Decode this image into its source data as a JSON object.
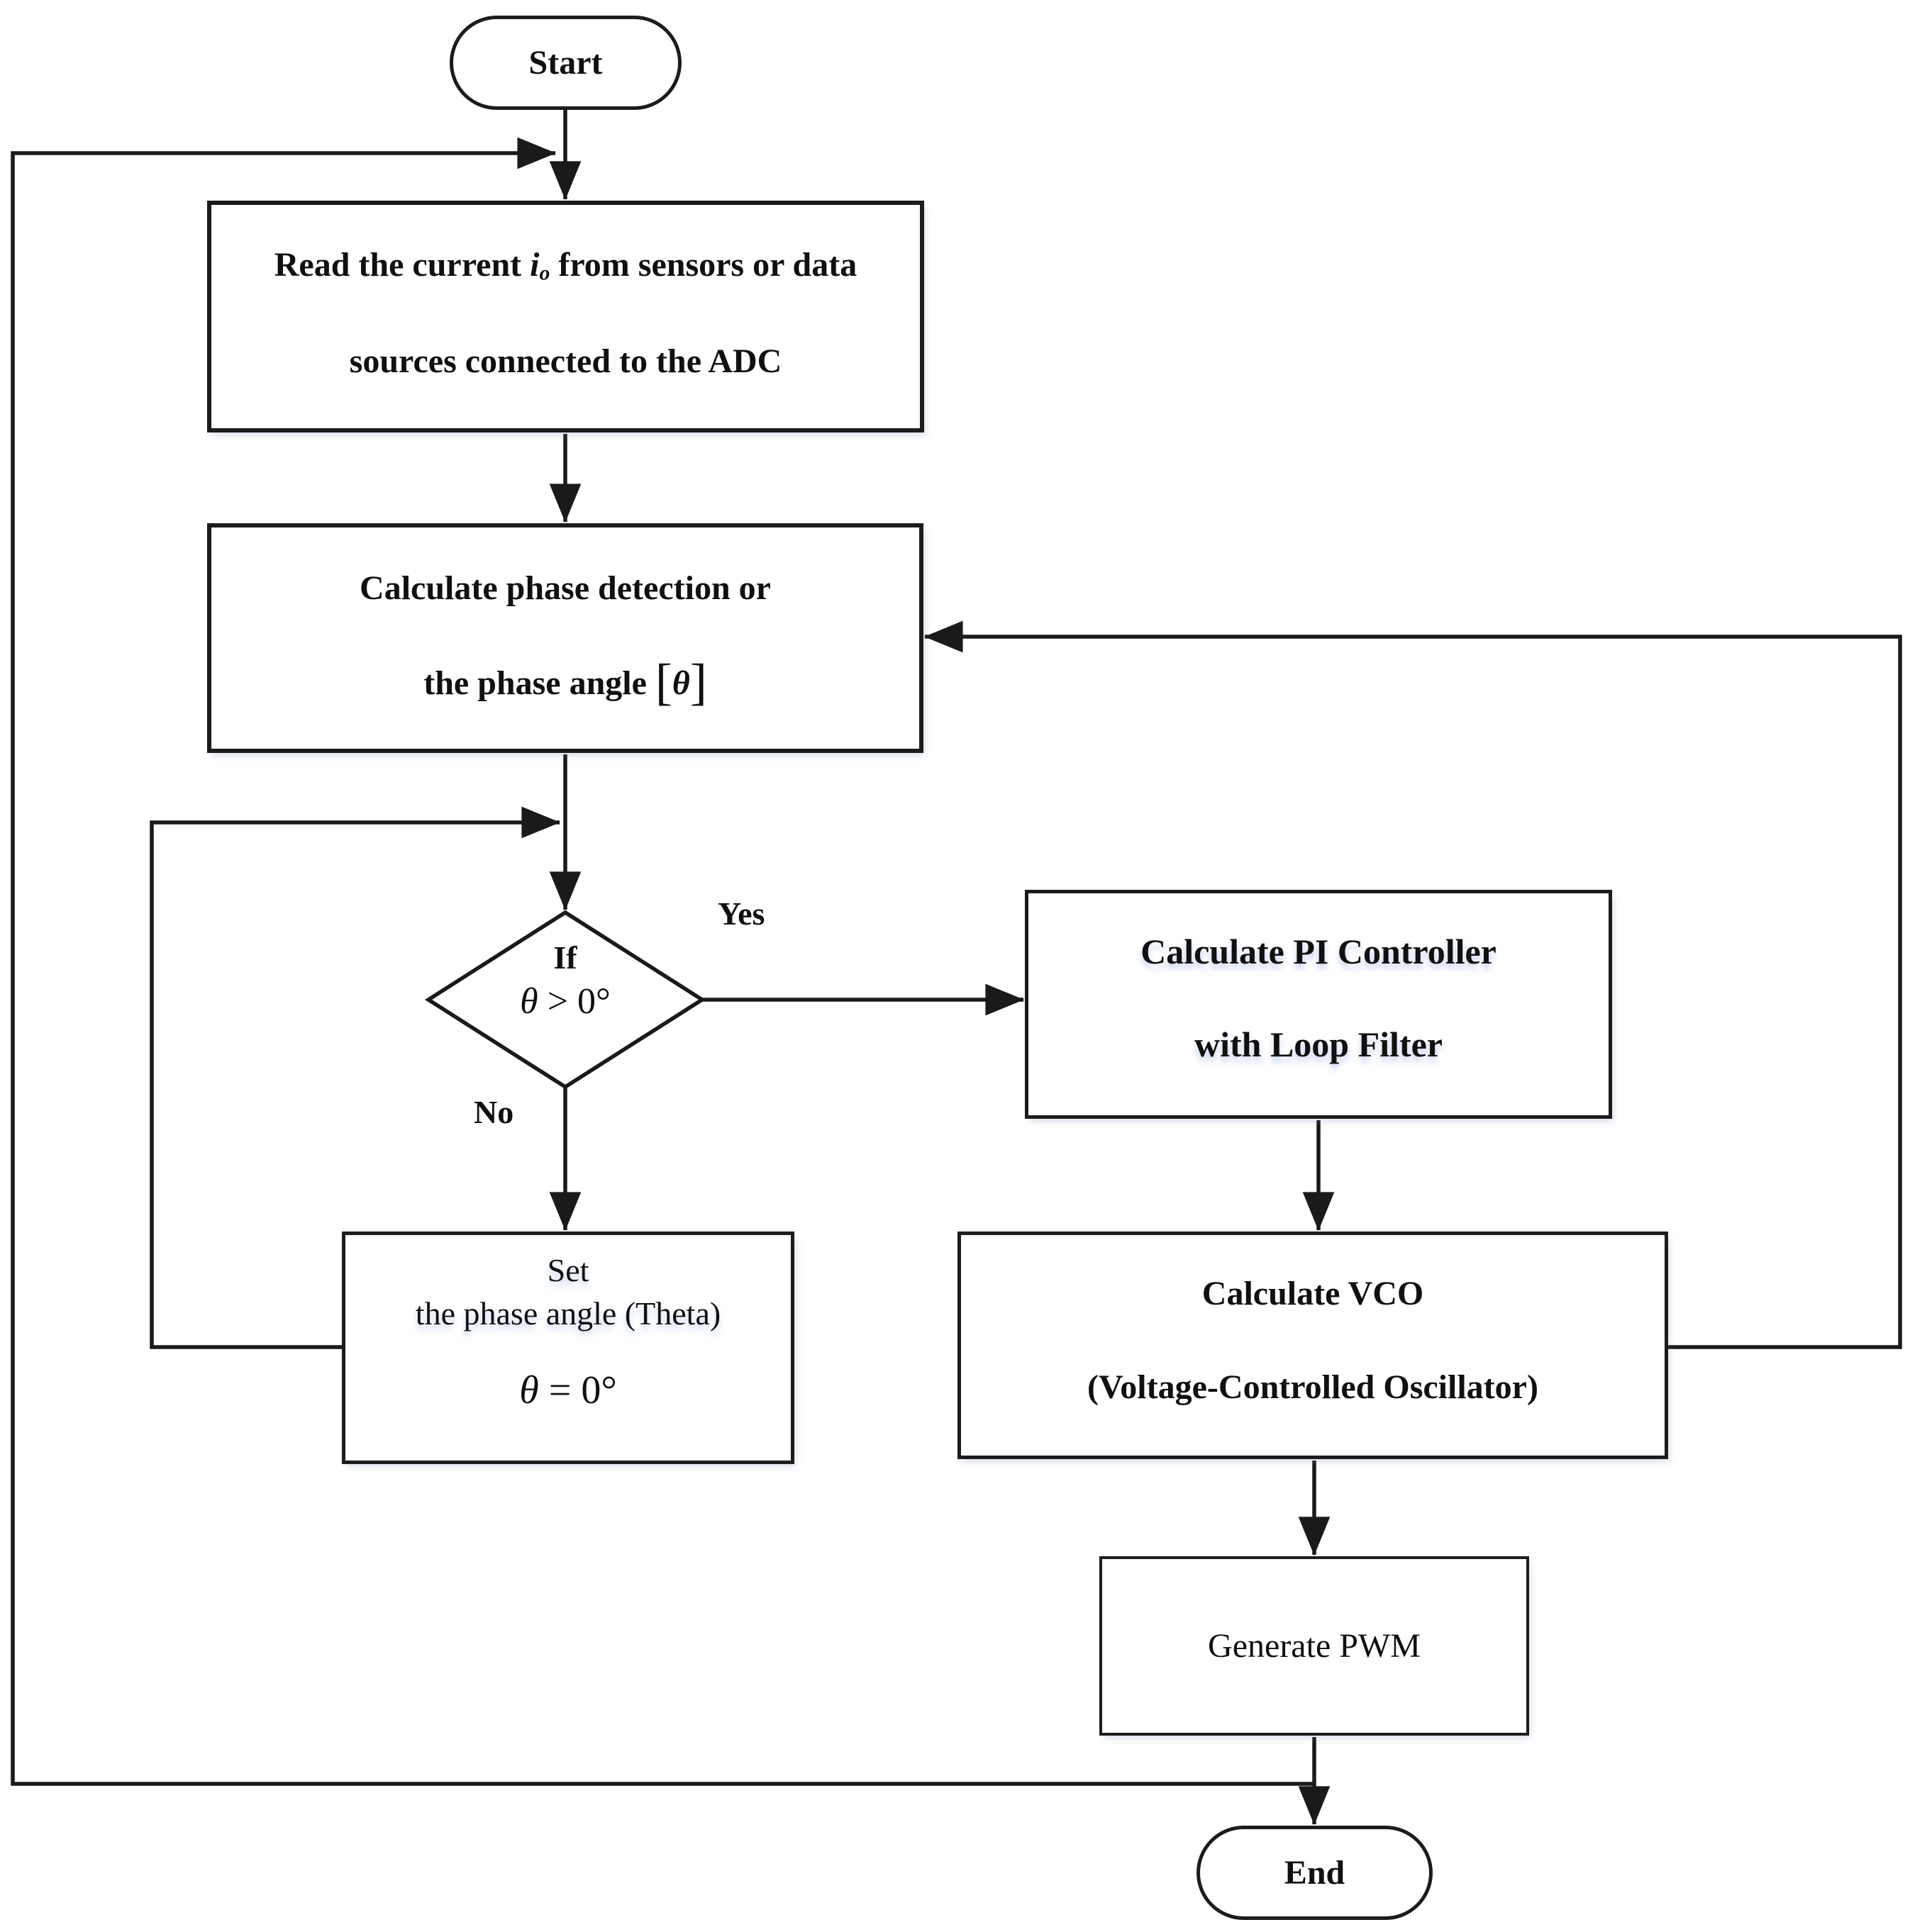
{
  "flowchart": {
    "colors": {
      "background": "#ffffff",
      "line": "#1a1a1a",
      "text": "#101010"
    },
    "nodes": {
      "start": {
        "label": "Start"
      },
      "read_adc": {
        "line1_prefix": "Read the current ",
        "var": "i",
        "var_sub": "o",
        "line1_suffix": " from sensors or data",
        "line2": "sources connected to the ADC"
      },
      "phase_detect": {
        "line1": "Calculate phase detection or",
        "line2_prefix": "the phase angle ",
        "bracket_open": "[",
        "theta": "θ",
        "bracket_close": "]"
      },
      "decision": {
        "line1": "If",
        "cond_var": "θ",
        "cond_rest": " > 0°"
      },
      "pi_controller": {
        "line1": "Calculate PI Controller",
        "line2": "with Loop Filter"
      },
      "set_theta": {
        "line1": "Set",
        "line2": "the phase angle (Theta)",
        "eq_var": "θ",
        "eq_rest": " = 0°"
      },
      "vco": {
        "line1": "Calculate VCO",
        "line2": "(Voltage-Controlled Oscillator)"
      },
      "generate_pwm": {
        "label": "Generate PWM"
      },
      "end": {
        "label": "End"
      }
    },
    "edge_labels": {
      "yes": "Yes",
      "no": "No"
    }
  }
}
